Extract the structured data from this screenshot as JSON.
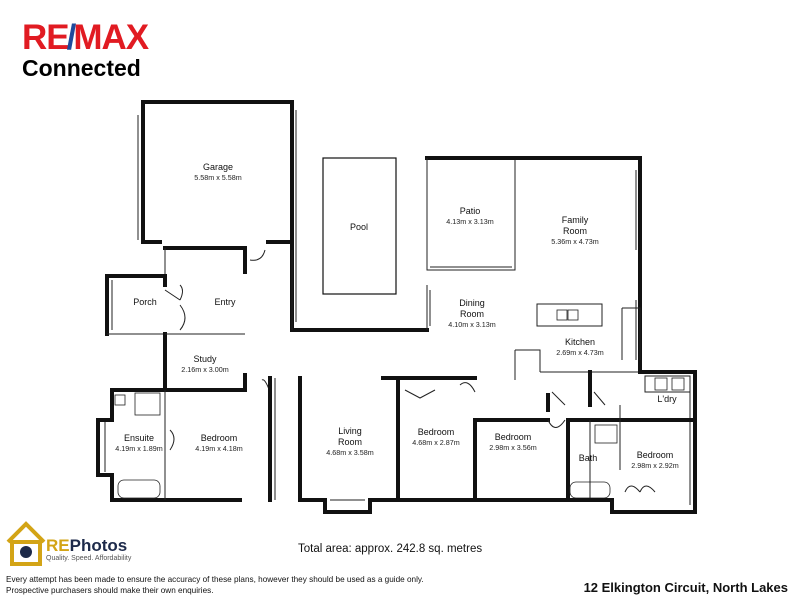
{
  "logo": {
    "line1_a": "RE",
    "line1_slash": "/",
    "line1_b": "MAX",
    "line2": "Connected"
  },
  "rooms": [
    {
      "id": "garage",
      "name": "Garage",
      "dims": "5.58m x 5.58m"
    },
    {
      "id": "pool",
      "name": "Pool",
      "dims": ""
    },
    {
      "id": "patio",
      "name": "Patio",
      "dims": "4.13m x 3.13m"
    },
    {
      "id": "family",
      "name": "Family\nRoom",
      "dims": "5.36m x 4.73m"
    },
    {
      "id": "porch",
      "name": "Porch",
      "dims": ""
    },
    {
      "id": "entry",
      "name": "Entry",
      "dims": ""
    },
    {
      "id": "dining",
      "name": "Dining\nRoom",
      "dims": "4.10m x 3.13m"
    },
    {
      "id": "kitchen",
      "name": "Kitchen",
      "dims": "2.69m x 4.73m"
    },
    {
      "id": "study",
      "name": "Study",
      "dims": "2.16m x 3.00m"
    },
    {
      "id": "ldry",
      "name": "L'dry",
      "dims": ""
    },
    {
      "id": "ensuite",
      "name": "Ensuite",
      "dims": "4.19m x 1.89m"
    },
    {
      "id": "bed1",
      "name": "Bedroom",
      "dims": "4.19m x 4.18m"
    },
    {
      "id": "living",
      "name": "Living\nRoom",
      "dims": "4.68m x 3.58m"
    },
    {
      "id": "bed2",
      "name": "Bedroom",
      "dims": "4.68m x 2.87m"
    },
    {
      "id": "bed3",
      "name": "Bedroom",
      "dims": "2.98m x 3.56m"
    },
    {
      "id": "bath",
      "name": "Bath",
      "dims": ""
    },
    {
      "id": "bed4",
      "name": "Bedroom",
      "dims": "2.98m x 2.92m"
    }
  ],
  "rephotos": {
    "brand_a": "RE",
    "brand_b": "Photos",
    "tagline": "Quality. Speed. Affordability"
  },
  "total_area": "Total area: approx. 242.8 sq. metres",
  "disclaimer": "Every attempt has been made to ensure the accuracy of these plans, however they should be used as a guide only.  Prospective purchasers should make their own enquiries.",
  "address": "12 Elkington Circuit, North Lakes",
  "colors": {
    "remax_red": "#e11b22",
    "remax_blue": "#1f4a9c",
    "rephotos_gold": "#d3a416",
    "wall": "#111111"
  }
}
